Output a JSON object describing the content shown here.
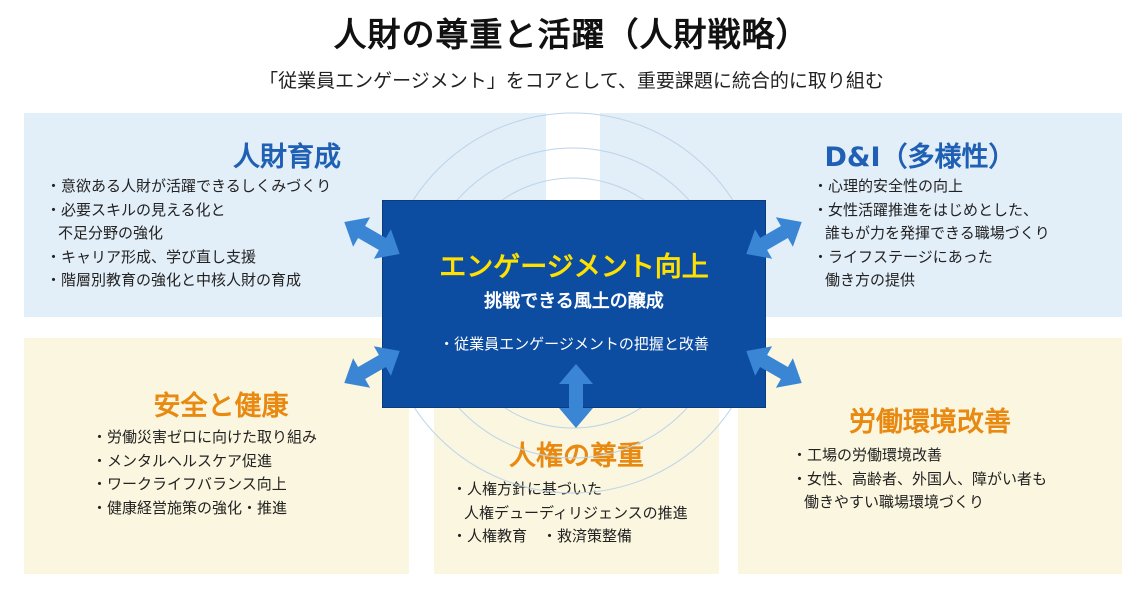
{
  "header": {
    "title": "人財の尊重と活躍（人財戦略）",
    "subtitle": "「従業員エンゲージメント」をコアとして、重要課題に統合的に取り組む"
  },
  "colors": {
    "blue_heading": "#1f5fb4",
    "orange_heading": "#e88a12",
    "center_bg": "#0d4da1",
    "center_title": "#ffe000",
    "arrow": "#3b86d4",
    "panel_blue": "#e2eef8",
    "panel_cream": "#fbf6df"
  },
  "center": {
    "title": "エンゲージメント向上",
    "subtitle": "挑戦できる風土の醸成",
    "item": "・従業員エンゲージメントの把握と改善"
  },
  "panels": {
    "talent": {
      "heading": "人財育成",
      "items": [
        "・意欲ある人財が活躍できるしくみづくり",
        "・必要スキルの見える化と",
        "不足分野の強化",
        "・キャリア形成、学び直し支援",
        "・階層別教育の強化と中核人財の育成"
      ]
    },
    "dei": {
      "heading": "D&I（多様性）",
      "items": [
        "・心理的安全性の向上",
        "・女性活躍推進をはじめとした、",
        "誰もが力を発揮できる職場づくり",
        "・ライフステージにあった",
        "働き方の提供"
      ]
    },
    "safety": {
      "heading": "安全と健康",
      "items": [
        "・労働災害ゼロに向けた取り組み",
        "・メンタルヘルスケア促進",
        "・ワークライフバランス向上",
        "・健康経営施策の強化・推進"
      ]
    },
    "human_rights": {
      "heading": "人権の尊重",
      "items": [
        "・人権方針に基づいた",
        "人権デューディリジェンスの推進",
        "・人権教育　・救済策整備"
      ]
    },
    "labor": {
      "heading": "労働環境改善",
      "items": [
        "・工場の労働環境改善",
        "・女性、高齢者、外国人、障がい者も",
        "働きやすい職場環境づくり"
      ]
    }
  }
}
